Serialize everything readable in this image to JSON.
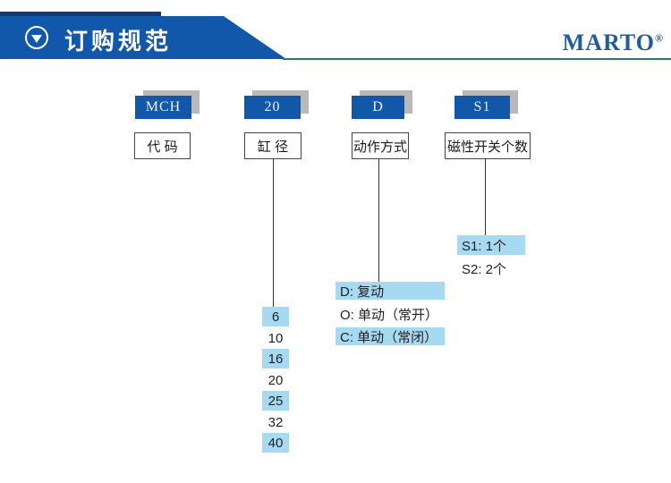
{
  "header": {
    "title": "订购规范",
    "logo": "MARTO",
    "logo_reg": "®"
  },
  "model_code": [
    {
      "code": "MCH",
      "label": "代 码"
    },
    {
      "code": "20",
      "label": "缸 径"
    },
    {
      "code": "D",
      "label": "动作方式"
    },
    {
      "code": "S1",
      "label": "磁性开关个数"
    }
  ],
  "switch_options": [
    {
      "text": "S1: 1个",
      "highlighted": true
    },
    {
      "text": "S2: 2个",
      "highlighted": false
    }
  ],
  "action_options": [
    {
      "text": "D: 复动",
      "highlighted": true
    },
    {
      "text": "O: 单动（常开）",
      "highlighted": false
    },
    {
      "text": "C: 单动（常闭）",
      "highlighted": true
    }
  ],
  "bore_options": [
    {
      "text": "6",
      "highlighted": true
    },
    {
      "text": "10",
      "highlighted": false
    },
    {
      "text": "16",
      "highlighted": true
    },
    {
      "text": "20",
      "highlighted": false
    },
    {
      "text": "25",
      "highlighted": true
    },
    {
      "text": "32",
      "highlighted": false
    },
    {
      "text": "40",
      "highlighted": true
    }
  ],
  "colors": {
    "banner_blue": "#1158ab",
    "navy_accent": "#17386e",
    "underline_blue": "#2e6cb0",
    "logo_blue": "#1c5ba6",
    "highlight_blue": "#a6daf3",
    "shadow_gray": "#b9b9b9"
  }
}
